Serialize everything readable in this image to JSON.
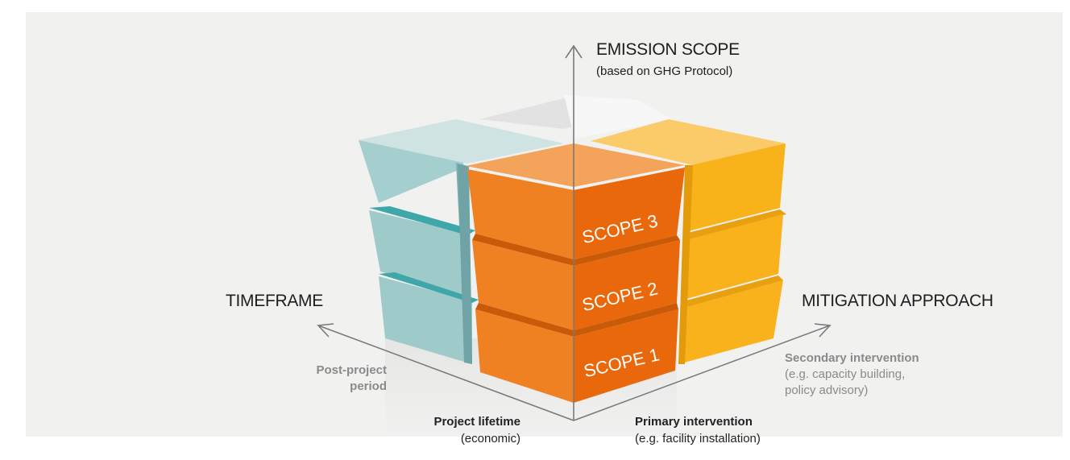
{
  "axes": {
    "vertical": {
      "title": "EMISSION SCOPE",
      "subtitle": "(based on GHG Protocol)"
    },
    "left": {
      "title": "TIMEFRAME",
      "near_label_line1": "Project lifetime",
      "near_label_line2": "(economic)",
      "far_label_line1": "Post-project",
      "far_label_line2": "period"
    },
    "right": {
      "title": "MITIGATION APPROACH",
      "near_label_line1": "Primary intervention",
      "near_label_line2": "(e.g. facility installation)",
      "far_label_line1": "Secondary intervention",
      "far_label_line2": "(e.g. capacity building,",
      "far_label_line3": "policy advisory)"
    }
  },
  "scopes": [
    "SCOPE 3",
    "SCOPE 2",
    "SCOPE 1"
  ],
  "colors": {
    "panel": "#f1f1f0",
    "orange_front": "#ef8123",
    "orange_side": "#e86c0c",
    "orange_top": "#f3a35a",
    "yellow_front": "#f9b21c",
    "teal_front": "#9fcaca",
    "teal_side": "#6fa3a5",
    "axis": "#7a7a7a"
  }
}
